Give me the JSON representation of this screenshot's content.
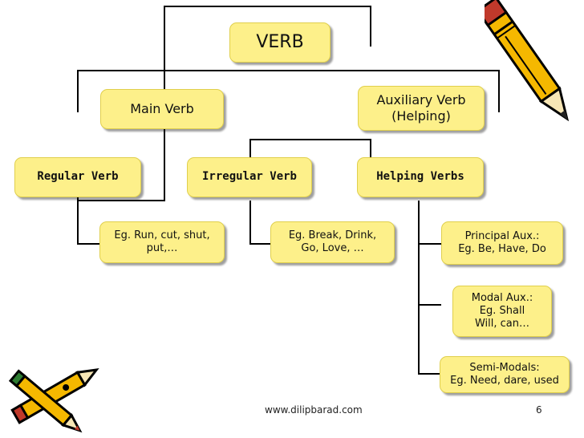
{
  "diagram": {
    "root": "VERB",
    "main_verb": "Main Verb",
    "auxiliary_verb": {
      "line1": "Auxiliary Verb",
      "line2": "(Helping)"
    },
    "regular_verb": "Regular Verb",
    "irregular_verb": "Irregular Verb",
    "helping_verbs": "Helping Verbs",
    "regular_example": {
      "line1": "Eg. Run, cut, shut,",
      "line2": "put,…"
    },
    "irregular_example": {
      "line1": "Eg. Break, Drink,",
      "line2": "Go, Love, …"
    },
    "principal_aux": {
      "line1": "Principal Aux.:",
      "line2": "Eg. Be, Have, Do"
    },
    "modal_aux": {
      "line1": "Modal Aux.:",
      "line2": "Eg. Shall",
      "line3": "Will, can…"
    },
    "semi_modals": {
      "line1": "Semi-Modals:",
      "line2": "Eg. Need, dare, used"
    }
  },
  "footer": {
    "url": "www.dilipbarad.com",
    "page": "6"
  },
  "colors": {
    "box_fill": "#fdf08a",
    "line": "#000000",
    "pencil_body": "#f5b800",
    "pencil_stripe": "#c0392b"
  },
  "icons": [
    "pencil-icon",
    "pencils-icon"
  ]
}
